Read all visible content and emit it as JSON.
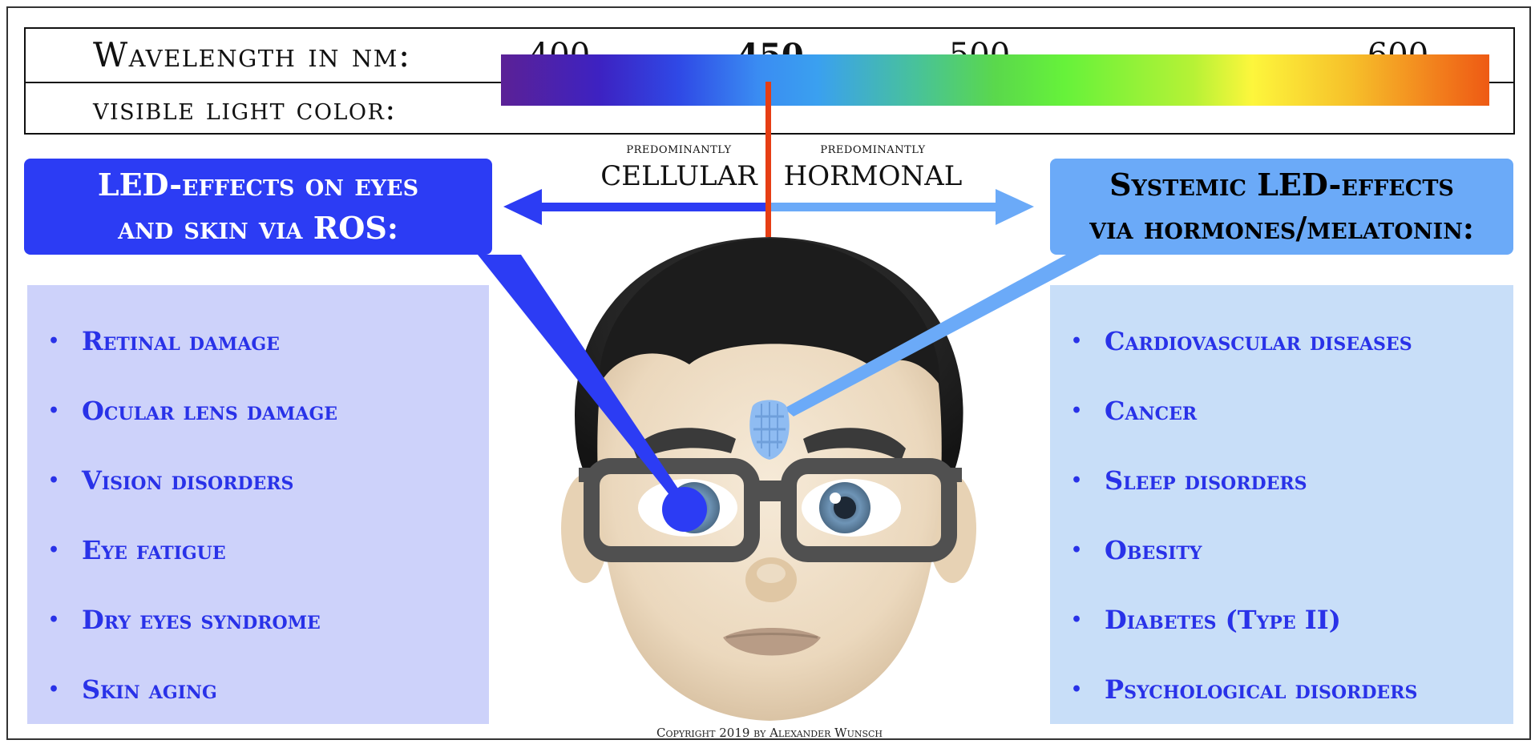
{
  "scale": {
    "wavelength_label": "Wavelength in nm:",
    "color_label": "visible light color:",
    "ticks": [
      "400",
      "450",
      "500",
      "600"
    ]
  },
  "direction": {
    "left_small": "predominantly",
    "left_big": "CELLULAR",
    "right_small": "predominantly",
    "right_big": "HORMONAL"
  },
  "left_panel": {
    "title_line1": "LED-effects on eyes",
    "title_line2": "and skin via ROS:",
    "items": [
      "Retinal damage",
      "Ocular lens damage",
      "Vision disorders",
      "Eye fatigue",
      "Dry eyes syndrome",
      "Skin aging"
    ]
  },
  "right_panel": {
    "title_line1": "Systemic LED-effects",
    "title_line2": "via hormones/melatonin:",
    "items": [
      "Cardiovascular diseases",
      "Cancer",
      "Sleep disorders",
      "Obesity",
      "Diabetes (Type II)",
      "Psychological disorders"
    ]
  },
  "bullet": "•",
  "copyright": "Copyright 2019 by Alexander Wunsch",
  "colors": {
    "cellular_blue": "#2c3cf4",
    "hormonal_blue": "#6baaf8",
    "marker_red": "#e63e14"
  },
  "icons": [
    "person-face-icon",
    "glasses-icon",
    "pineal-gland-icon",
    "eye-spot-icon"
  ]
}
